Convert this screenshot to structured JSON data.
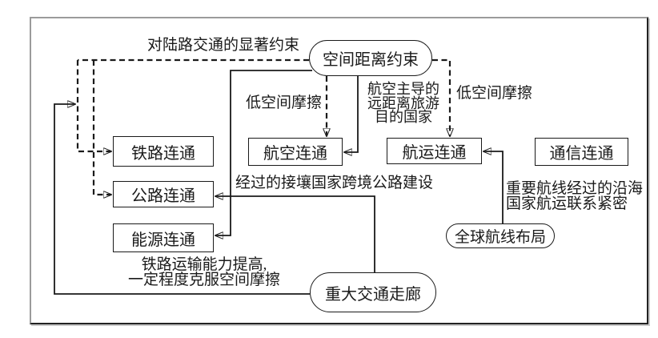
{
  "nodes": {
    "constraint": "空间距离约束",
    "rail": "铁路连通",
    "road": "公路连通",
    "energy": "能源连通",
    "air": "航空连通",
    "ship": "航运连通",
    "comm": "通信连通",
    "corridor": "重大交通走廊",
    "routes": "全球航线布局"
  },
  "labels": {
    "land_constraint": "对陆路交通的显著约束",
    "low_friction_air": "低空间摩擦",
    "low_friction_ship": "低空间摩擦",
    "air_dominant_1": "航空主导的",
    "air_dominant_2": "远距离旅游",
    "air_dominant_3": "目的国家",
    "cross_border": "经过的接壤国家跨境公路建设",
    "sea_routes_1": "重要航线经过的沿海",
    "sea_routes_2": "国家航运联系紧密",
    "rail_capacity_1": "铁路运输能力提高,",
    "rail_capacity_2": "一定程度克服空间摩擦"
  },
  "colors": {
    "line": "#1a1a1a",
    "frame_light": "#9b9b9b",
    "frame_dark": "#222222",
    "background": "#ffffff"
  }
}
